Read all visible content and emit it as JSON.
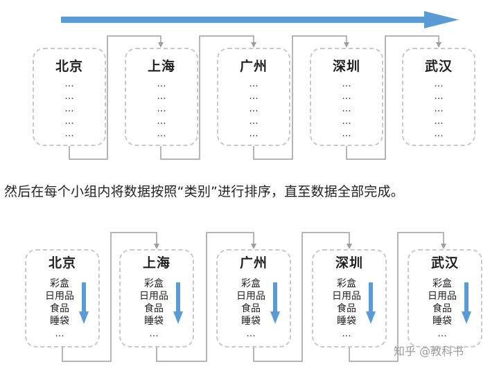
{
  "row1": {
    "cities": [
      "北京",
      "上海",
      "广州",
      "深圳",
      "武汉"
    ],
    "placeholder": "..."
  },
  "sentence": "然后在每个小组内将数据按照“类别”进行排序，直至数据全部完成。",
  "row2": {
    "cities": [
      "北京",
      "上海",
      "广州",
      "深圳",
      "武汉"
    ],
    "items": [
      "彩盒",
      "日用品",
      "食品",
      "睡袋",
      "..."
    ]
  },
  "watermark": "知乎 @教科书",
  "colors": {
    "arrow_blue": "#5b9bd5",
    "dash_gray": "#c9c9c9",
    "connector_gray": "#9e9e9e"
  }
}
